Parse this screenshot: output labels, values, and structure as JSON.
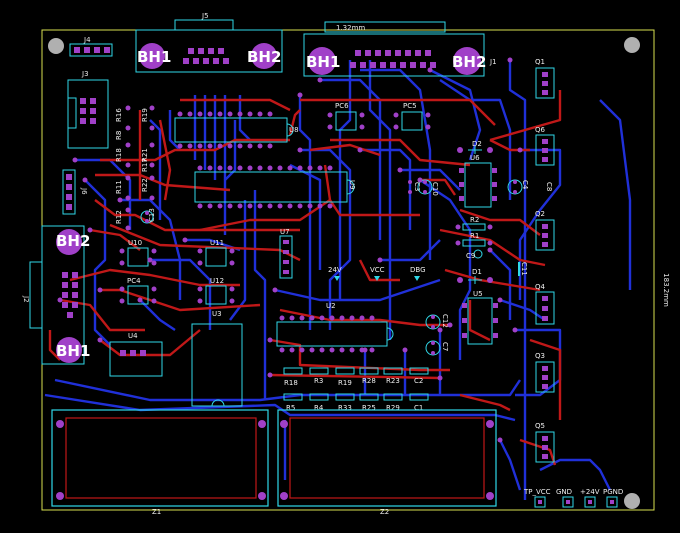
{
  "board": {
    "colors": {
      "background": "#000000",
      "outline": "#d8e050",
      "top_copper": "#c01818",
      "bottom_copper": "#2030d8",
      "silkscreen": "#30d8e8",
      "pad": "#a040c8",
      "text": "#f0f0f0",
      "mount_hole": "#b0b0b0"
    },
    "connectors": {
      "j5": {
        "ref": "J5",
        "bh1": "BH1",
        "bh2": "BH2"
      },
      "j1": {
        "ref": "J1",
        "top_label": "1.32mm",
        "bh1": "BH1",
        "bh2": "BH2"
      },
      "j2": {
        "ref": "J2",
        "bh2": "BH2",
        "bh1": "BH1"
      },
      "j3": {
        "ref": "J3"
      },
      "j4": {
        "ref": "J4"
      },
      "j6": {
        "ref": "J6"
      }
    },
    "ics": [
      "U8",
      "U9",
      "U2",
      "U5",
      "U6",
      "U7",
      "U10",
      "U11",
      "U12",
      "U3",
      "U4"
    ],
    "optos": [
      "PC6",
      "PC5",
      "PC4"
    ],
    "transistors": [
      "Q1",
      "Q6",
      "Q2",
      "Q4",
      "Q3",
      "Q5"
    ],
    "resistors_left": [
      "R16",
      "R19",
      "R8",
      "R18",
      "R21",
      "R11",
      "R17",
      "R22",
      "R12"
    ],
    "resistors_bottom_top_row": [
      "R18",
      "R3",
      "R19",
      "R28",
      "R23",
      "C2"
    ],
    "resistors_bottom_low_row": [
      "R5",
      "R4",
      "R33",
      "R25",
      "R29",
      "C1"
    ],
    "right_parts": [
      "D2",
      "R1",
      "R2",
      "D1",
      "C10",
      "C3",
      "C4",
      "C5",
      "C8",
      "C9",
      "C11",
      "C12",
      "C7",
      "C13"
    ],
    "net_labels": {
      "v24": "24V",
      "vcc": "VCC",
      "dbg": "DBG"
    },
    "dimension_label": "183.2mm",
    "relays": [
      "Z1",
      "Z2"
    ],
    "test_points": [
      "TP_VCC",
      "GND",
      "+24V",
      "PGND"
    ]
  }
}
